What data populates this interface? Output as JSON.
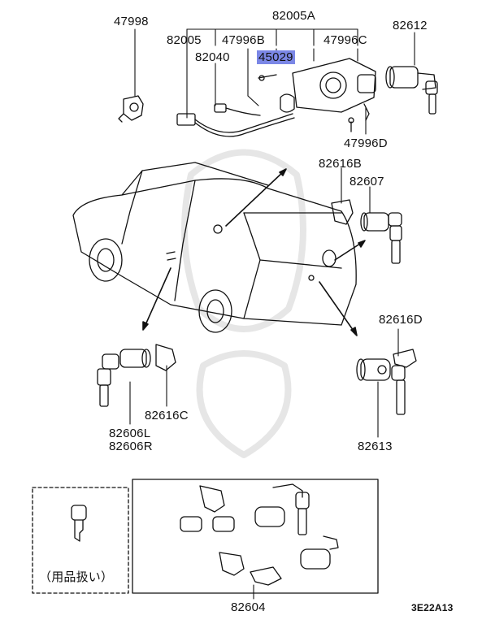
{
  "labels": {
    "p47998": "47998",
    "p82005A": "82005A",
    "p82005": "82005",
    "p47996B": "47996B",
    "p47996C": "47996C",
    "p82612": "82612",
    "p82040": "82040",
    "p45029": "45029",
    "p47996D": "47996D",
    "p82616B": "82616B",
    "p82607": "82607",
    "p82616D": "82616D",
    "p82616C": "82616C",
    "p82606L": "82606L",
    "p82606R": "82606R",
    "p82613": "82613",
    "p82604": "82604",
    "accessory_note": "（用品扱い）",
    "diagram_code": "3E22A13"
  },
  "highlight": {
    "part": "45029",
    "color": "#7b87e6"
  },
  "icons": [
    "car-body-icon",
    "ignition-switch-icon",
    "door-lock-cylinder-icon",
    "tailgate-lock-cylinder-icon",
    "fuel-lid-lock-icon",
    "key-icon",
    "retainer-clip-icon",
    "wiring-harness-icon"
  ]
}
